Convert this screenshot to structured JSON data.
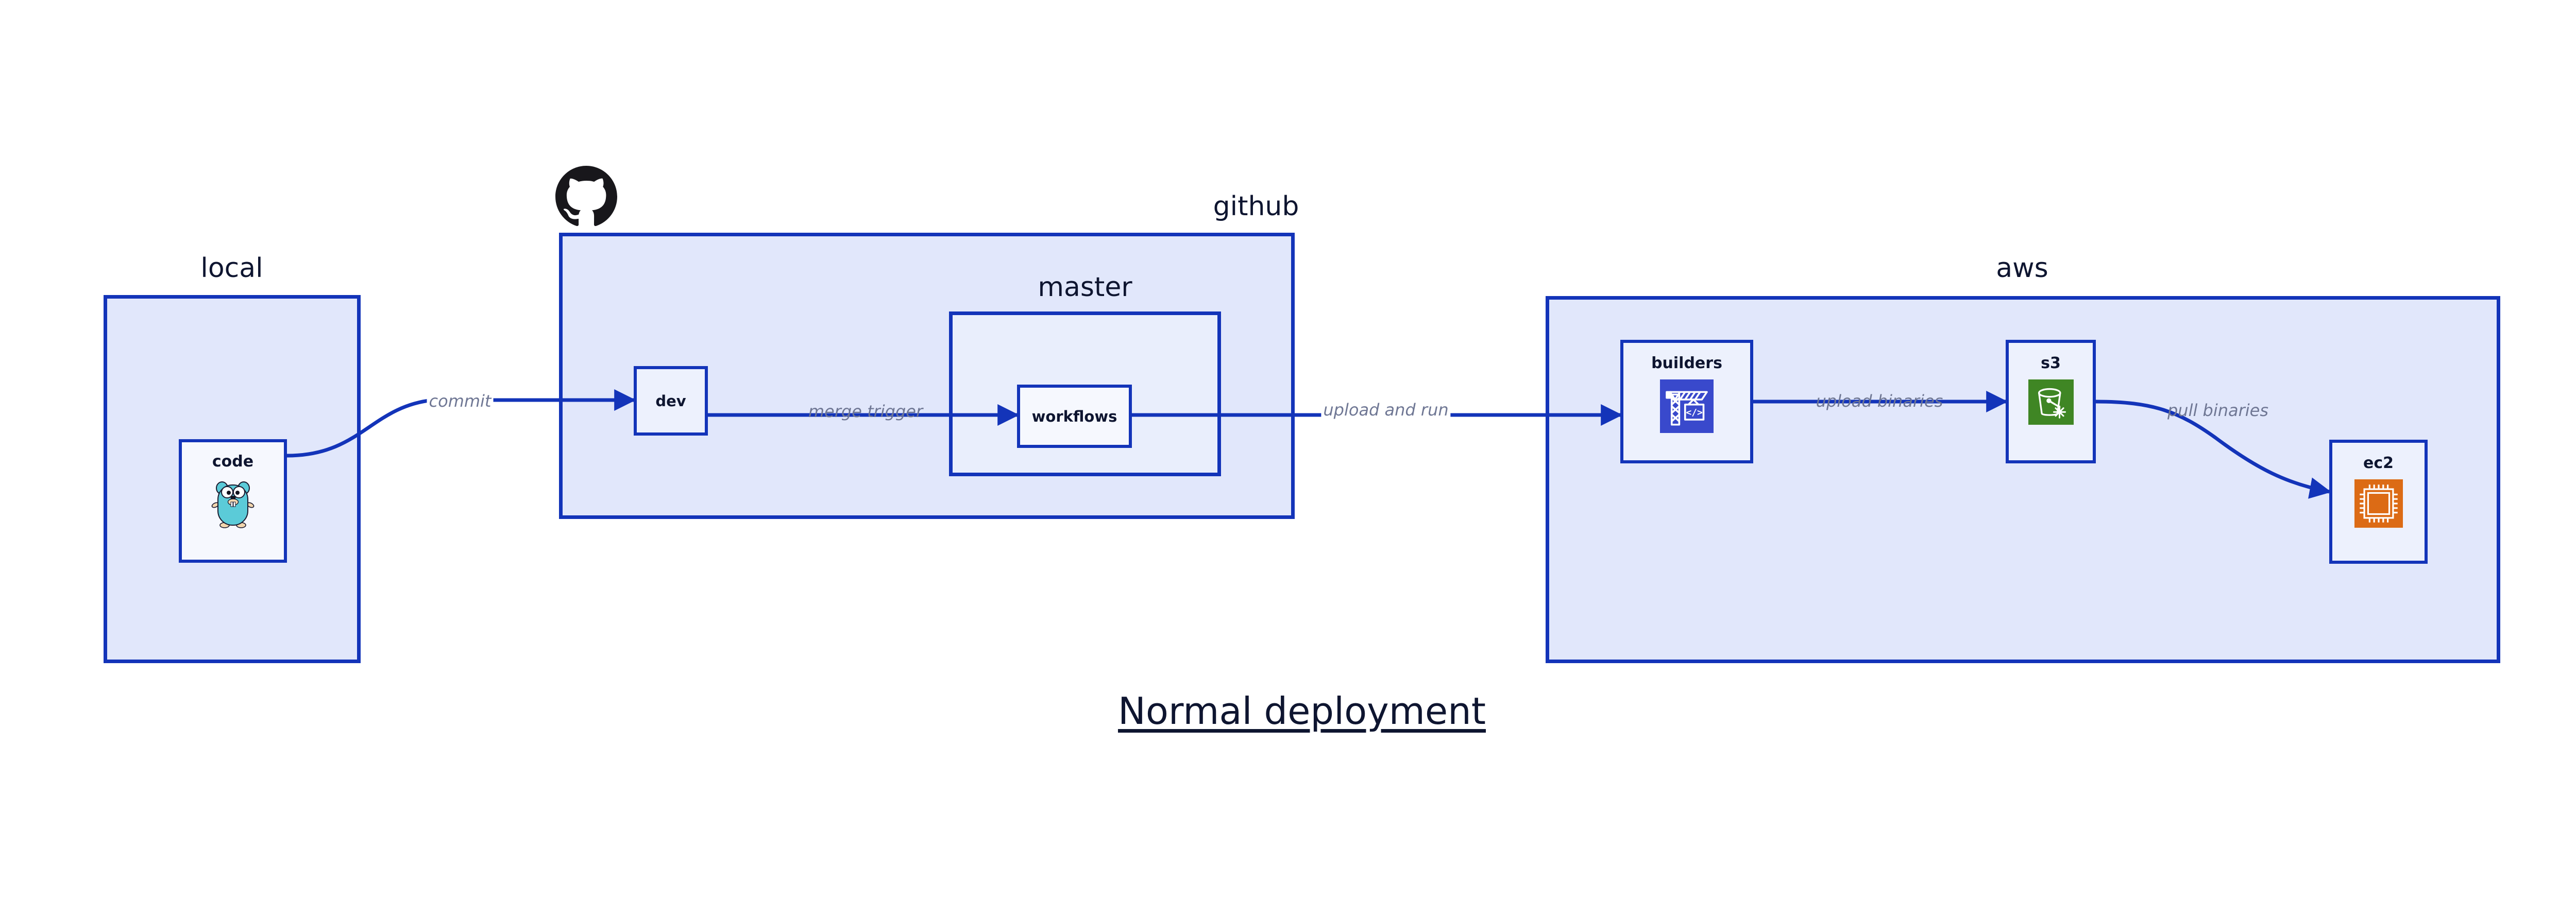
{
  "page": {
    "title": "Normal deployment",
    "background": "#ffffff",
    "accent_border": "#1334B9",
    "group_fill": "#E1E7FB",
    "subgroup_fill": "#E9EEFC",
    "node_fill": "#EDF1FD",
    "label_color": "#6F7794",
    "text_color": "#0E1530"
  },
  "groups": {
    "local": {
      "label": "local",
      "nodes": [
        {
          "label": "code",
          "icon": "go-gopher-icon"
        }
      ]
    },
    "github": {
      "label": "github",
      "logo": "github-octocat-icon",
      "nodes": [
        {
          "label": "dev",
          "icon": "none"
        }
      ],
      "subgroups": {
        "master": {
          "label": "master",
          "nodes": [
            {
              "label": "workflows",
              "icon": "none"
            }
          ]
        }
      }
    },
    "aws": {
      "label": "aws",
      "nodes": [
        {
          "label": "builders",
          "icon": "crane-code-icon",
          "icon_color": "#3949CC"
        },
        {
          "label": "s3",
          "icon": "bucket-snowflake-icon",
          "icon_color": "#3F8624"
        },
        {
          "label": "ec2",
          "icon": "cpu-chip-icon",
          "icon_color": "#DC6B15"
        }
      ]
    }
  },
  "edges": [
    {
      "id": "commit",
      "label": "commit",
      "from": "code",
      "to": "dev"
    },
    {
      "id": "merge-trigger",
      "label": "merge trigger",
      "from": "dev",
      "to": "workflows"
    },
    {
      "id": "upload-and-run",
      "label": "upload and run",
      "from": "workflows",
      "to": "builders"
    },
    {
      "id": "upload-binaries",
      "label": "upload binaries",
      "from": "builders",
      "to": "s3"
    },
    {
      "id": "pull-binaries",
      "label": "pull binaries",
      "from": "s3",
      "to": "ec2"
    }
  ]
}
